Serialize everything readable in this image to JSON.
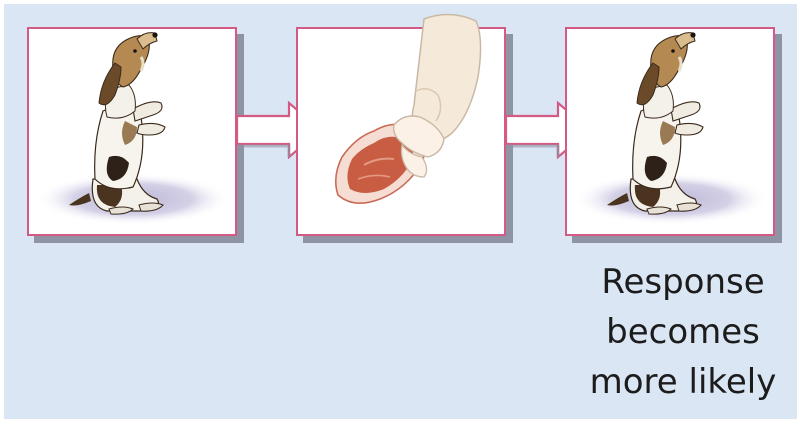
{
  "caption": {
    "line1": "Response",
    "line2": "becomes",
    "line3": "more likely"
  },
  "colors": {
    "background": "#dbe6f4",
    "panel_border": "#d35a85",
    "panel_shadow": "#8e94a4",
    "arrow_fill": "#ffffff",
    "arrow_stroke": "#d35a85",
    "text": "#1c1c1c"
  },
  "icons": {
    "panel1": "begging-dog-icon",
    "panel2": "hand-holding-steak-icon",
    "panel3": "begging-dog-icon"
  }
}
